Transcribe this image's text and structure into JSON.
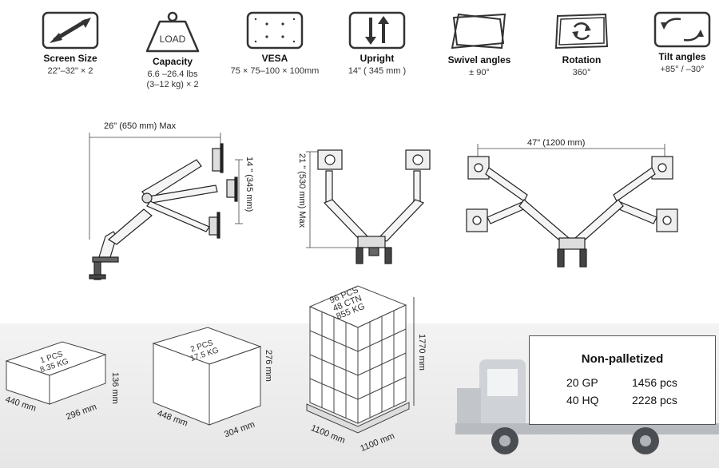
{
  "specs": [
    {
      "name": "screen-size",
      "label": "Screen Size",
      "value": "22\"–32\" × 2",
      "icon": "double-arrow-icon"
    },
    {
      "name": "capacity",
      "label": "Capacity",
      "value": "6.6 –26.4 lbs",
      "value2": "(3–12 kg) × 2",
      "icon_text": "LOAD",
      "icon": "weight-icon"
    },
    {
      "name": "vesa",
      "label": "VESA",
      "value": "75 × 75–100 × 100mm",
      "icon": "vesa-icon"
    },
    {
      "name": "upright",
      "label": "Upright",
      "value": "14\"  ( 345 mm )",
      "icon": "up-down-arrows-icon"
    },
    {
      "name": "swivel",
      "label": "Swivel angles",
      "value": "± 90°",
      "icon": "swivel-icon"
    },
    {
      "name": "rotation",
      "label": "Rotation",
      "value": "360°",
      "icon": "rotate-icon"
    },
    {
      "name": "tilt",
      "label": "Tilt angles",
      "value": "+85°   /   –30°",
      "icon": "tilt-icon"
    }
  ],
  "dims": {
    "side_width": "26\"  (650 mm)  Max",
    "side_height": "14 \"  (345 mm)",
    "front_height": "21 \"  (530 mm)  Max",
    "spread_width": "47\"  (1200 mm)"
  },
  "packages": {
    "small": {
      "line1": "1 PCS",
      "line2": "8.35 KG",
      "w": "440 mm",
      "d": "296 mm",
      "h": "136 mm"
    },
    "medium": {
      "line1": "2 PCS",
      "line2": "17.5 KG",
      "w": "448 mm",
      "d": "304 mm",
      "h": "276 mm"
    },
    "pallet": {
      "line1": "96 PCS",
      "line2": "48 CTN",
      "line3": "855 KG",
      "w": "1100 mm",
      "d": "1100 mm",
      "h": "1770 mm"
    }
  },
  "shipping": {
    "title": "Non-palletized",
    "rows": [
      {
        "container": "20 GP",
        "qty": "1456 pcs"
      },
      {
        "container": "40 HQ",
        "qty": "2228 pcs"
      }
    ]
  }
}
